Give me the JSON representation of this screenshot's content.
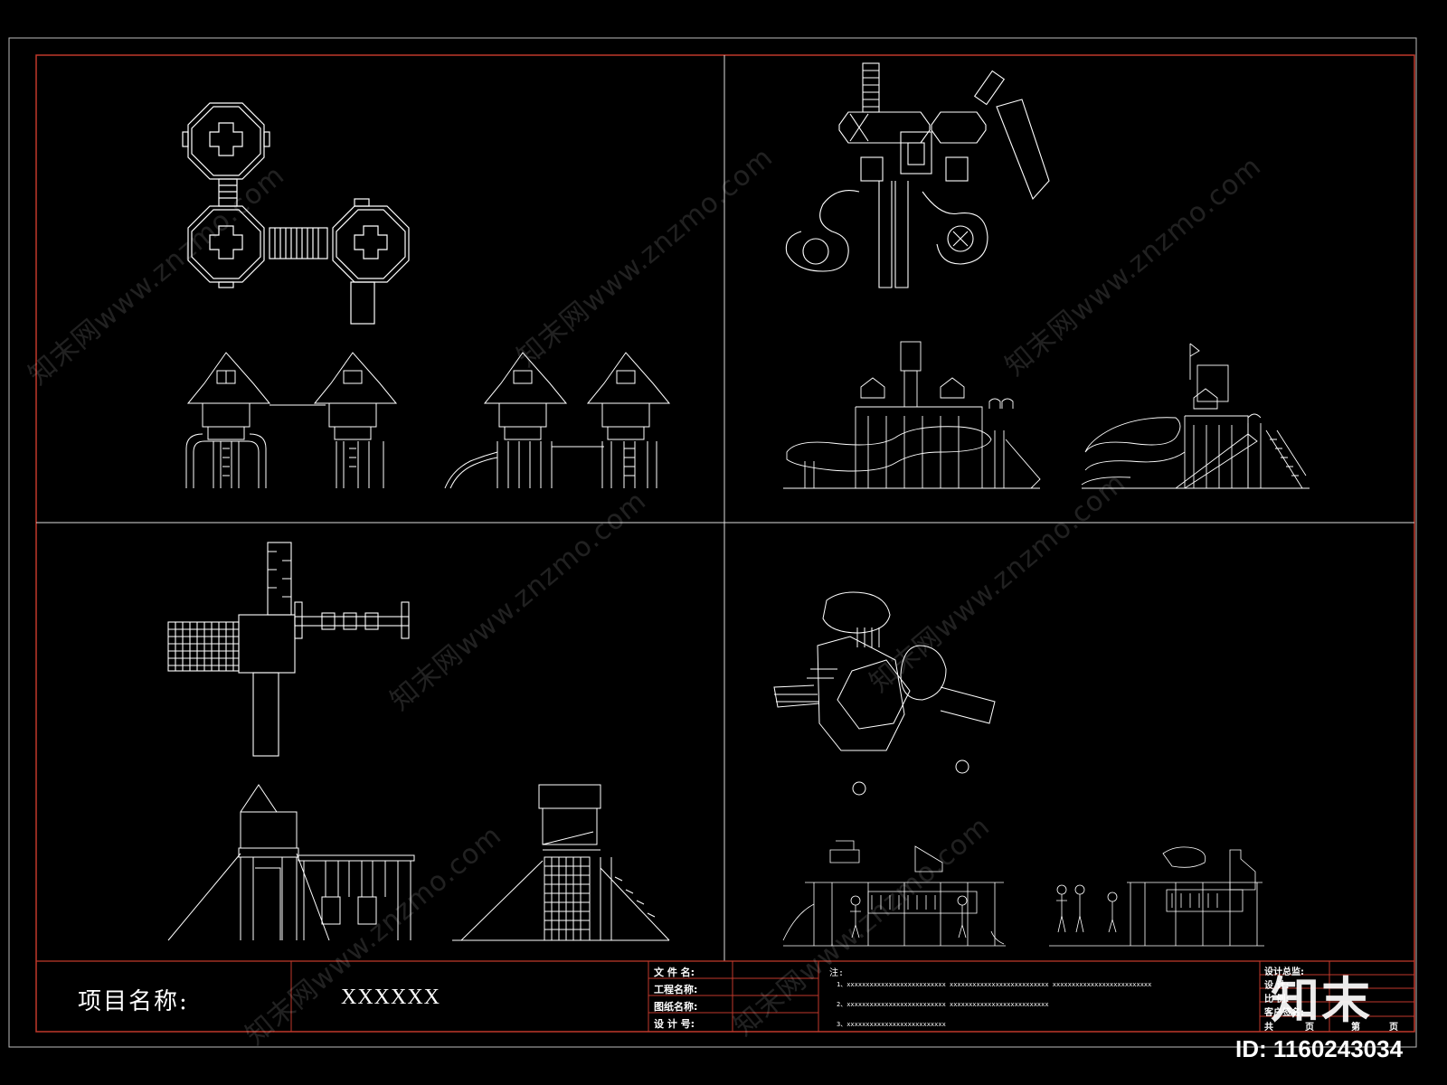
{
  "title_block": {
    "project_label": "项目名称:",
    "project_value": "XXXXXX",
    "info_labels": [
      "文 件 名:",
      "工程名称:",
      "图纸名称:",
      "设 计 号:"
    ],
    "notes_header": "注:",
    "notes": [
      "1、xxxxxxxxxxxxxxxxxxxxxxxxxx    xxxxxxxxxxxxxxxxxxxxxxxxxx    xxxxxxxxxxxxxxxxxxxxxxxxxx",
      "2、xxxxxxxxxxxxxxxxxxxxxxxxxx    xxxxxxxxxxxxxxxxxxxxxxxxxx",
      "3、xxxxxxxxxxxxxxxxxxxxxxxxxx"
    ],
    "sign_labels": [
      "设计总监:",
      "设    计:",
      "比    例:",
      "客户签名:"
    ],
    "page_labels": [
      "共",
      "页",
      "第",
      "页"
    ]
  },
  "watermark": {
    "logo": "知末",
    "id": "ID: 1160243034",
    "diagonal": "知末网www.znzmo.com"
  },
  "colors": {
    "background": "#000000",
    "frame": "#c0392b",
    "lines": "#ffffff"
  }
}
